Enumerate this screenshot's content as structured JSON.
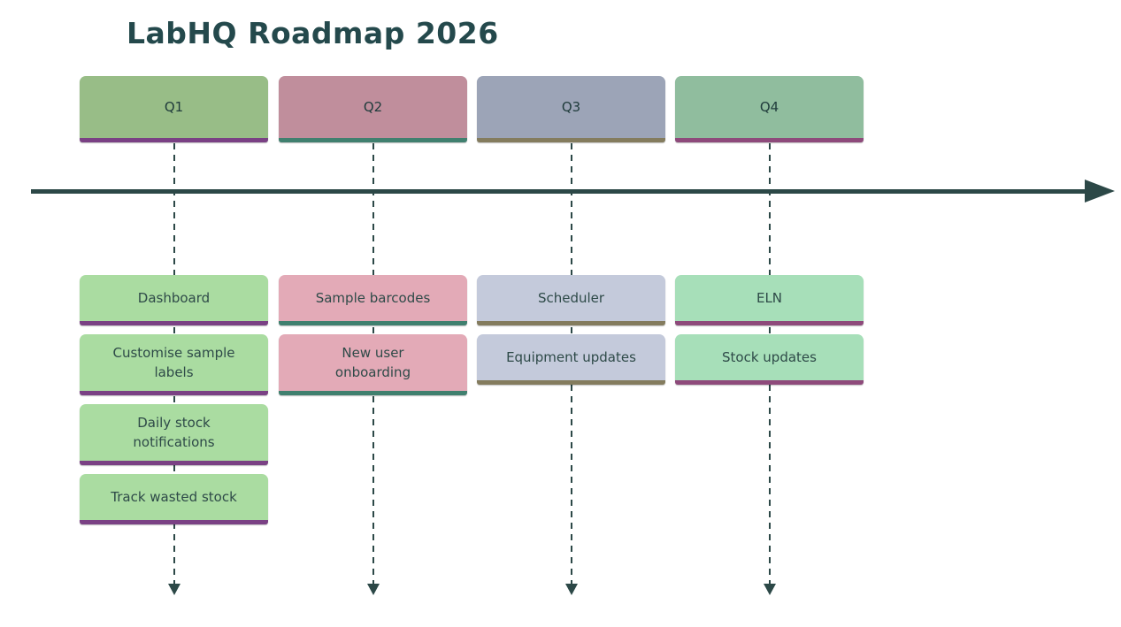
{
  "title": "LabHQ Roadmap 2026",
  "timeline": {
    "axis_color": "#2c4847"
  },
  "columns": [
    {
      "label": "Q1",
      "header_bg": "#98bd87",
      "card_bg": "#aadca1",
      "accent": "#7a4184",
      "items": [
        "Dashboard",
        "Customise sample\nlabels",
        "Daily stock\nnotifications",
        "Track wasted stock"
      ]
    },
    {
      "label": "Q2",
      "header_bg": "#c08e9c",
      "card_bg": "#e3aab7",
      "accent": "#40806f",
      "items": [
        "Sample barcodes",
        "New user\nonboarding"
      ]
    },
    {
      "label": "Q3",
      "header_bg": "#9ca4b7",
      "card_bg": "#c4cadb",
      "accent": "#847c5e",
      "items": [
        "Scheduler",
        "Equipment updates"
      ]
    },
    {
      "label": "Q4",
      "header_bg": "#90bd9e",
      "card_bg": "#a7dfb9",
      "accent": "#8e4a7b",
      "items": [
        "ELN",
        "Stock updates"
      ]
    }
  ]
}
